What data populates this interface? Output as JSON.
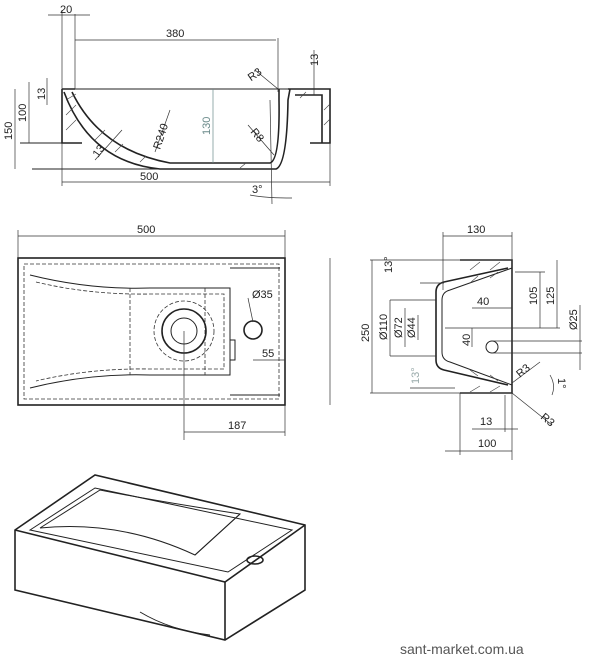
{
  "watermark": "sant-market.com.ua",
  "section_view": {
    "dims": [
      "20",
      "380",
      "R3",
      "13",
      "13",
      "100",
      "150",
      "R240",
      "130",
      "R8",
      "13",
      "500",
      "3°"
    ]
  },
  "plan_view": {
    "dims": [
      "500",
      "Ø35",
      "55",
      "187"
    ]
  },
  "side_view": {
    "dims": [
      "130",
      "13°",
      "105",
      "125",
      "40",
      "Ø110",
      "Ø72",
      "Ø44",
      "Ø25",
      "40",
      "R3",
      "1°",
      "13°",
      "250",
      "13",
      "100",
      "R3"
    ]
  }
}
